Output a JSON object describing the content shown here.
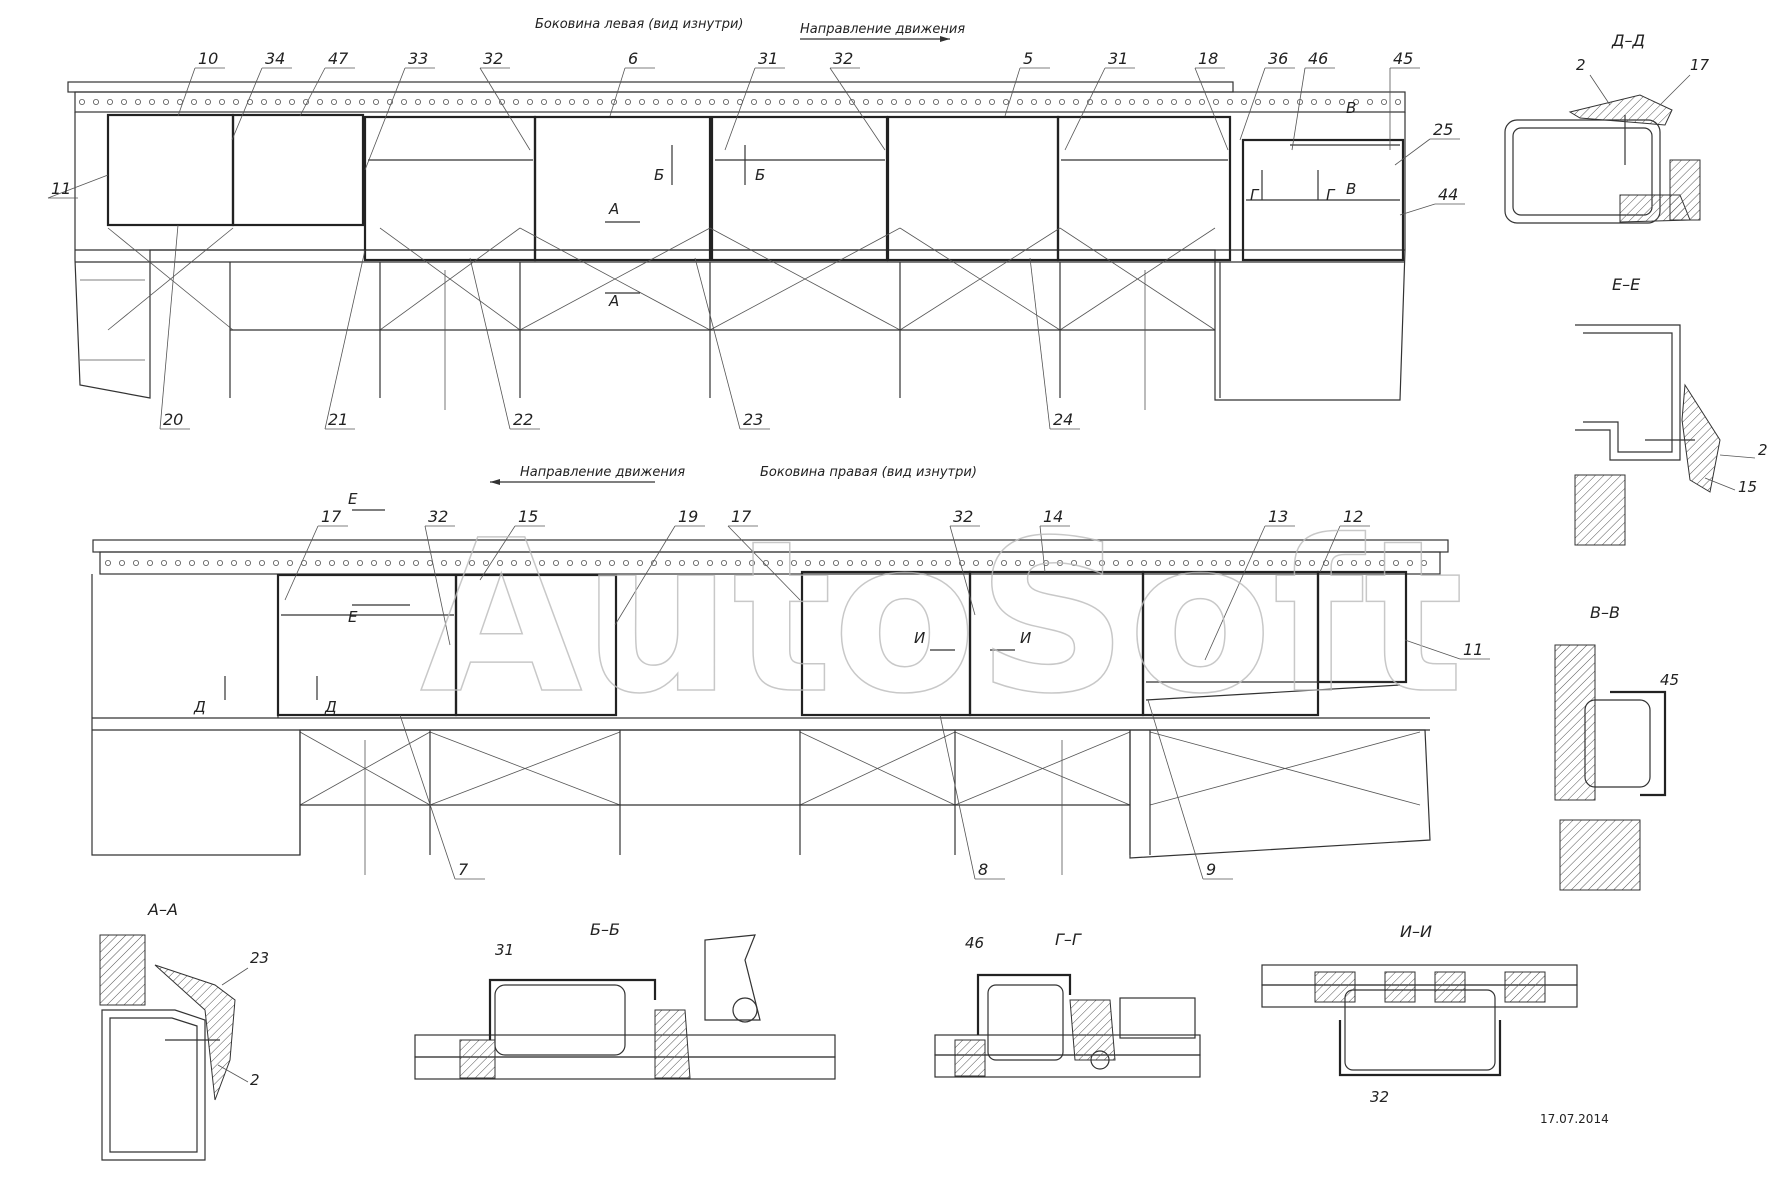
{
  "watermark": "AutoSoft",
  "date": "17.07.2014",
  "left_view": {
    "title": "Боковина левая (вид изнутри)",
    "direction": "Направление движения",
    "callouts": [
      "10",
      "34",
      "47",
      "33",
      "32",
      "6",
      "31",
      "32",
      "5",
      "31",
      "18",
      "36",
      "46",
      "45",
      "11",
      "25",
      "44",
      "20",
      "21",
      "22",
      "23",
      "24"
    ],
    "cut_marks": [
      "А",
      "А",
      "Б",
      "Б",
      "В",
      "В",
      "Г",
      "Г"
    ]
  },
  "right_view": {
    "title": "Боковина правая (вид изнутри)",
    "direction": "Направление движения",
    "callouts": [
      "17",
      "32",
      "15",
      "19",
      "17",
      "32",
      "14",
      "13",
      "12",
      "11",
      "7",
      "8",
      "9"
    ],
    "cut_marks": [
      "Е",
      "Е",
      "Д",
      "Д",
      "И",
      "И"
    ]
  },
  "sections": {
    "dd": {
      "title": "Д–Д",
      "callouts": [
        "2",
        "17"
      ]
    },
    "ee": {
      "title": "Е–Е",
      "callouts": [
        "2",
        "15"
      ]
    },
    "vv": {
      "title": "В–В",
      "callouts": [
        "45"
      ]
    },
    "aa": {
      "title": "А–А",
      "callouts": [
        "23",
        "2"
      ]
    },
    "bb": {
      "title": "Б–Б",
      "callouts": [
        "31"
      ]
    },
    "gg": {
      "title": "Г–Г",
      "callouts": [
        "46"
      ]
    },
    "ii": {
      "title": "И–И",
      "callouts": [
        "32"
      ]
    }
  }
}
